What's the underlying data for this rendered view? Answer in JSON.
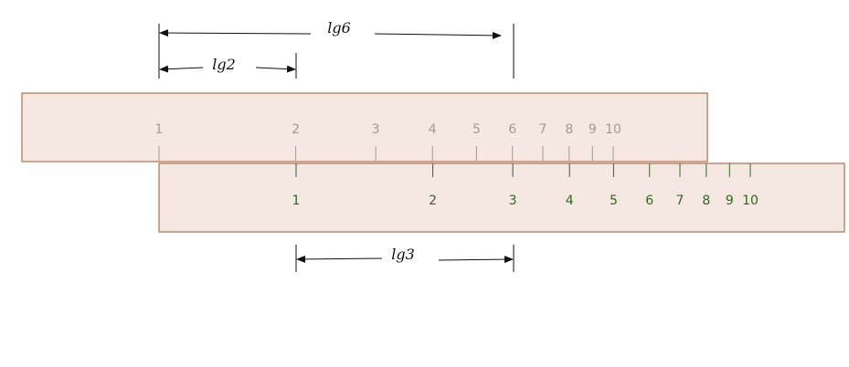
{
  "colors": {
    "rule_fill": "#f5e8e3",
    "rule_stroke": "#b0704a",
    "top_ticks": "#a09a96",
    "bottom_ticks": "#2e6b1a",
    "dimension": "#111111"
  },
  "top_scale": {
    "labels": [
      "1",
      "2",
      "3",
      "4",
      "5",
      "6",
      "7",
      "8",
      "9",
      "10"
    ]
  },
  "bottom_scale": {
    "labels": [
      "1",
      "2",
      "3",
      "4",
      "5",
      "6",
      "7",
      "8",
      "9",
      "10"
    ]
  },
  "dimensions": {
    "lg6": "lg6",
    "lg2": "lg2",
    "lg3": "lg3"
  }
}
